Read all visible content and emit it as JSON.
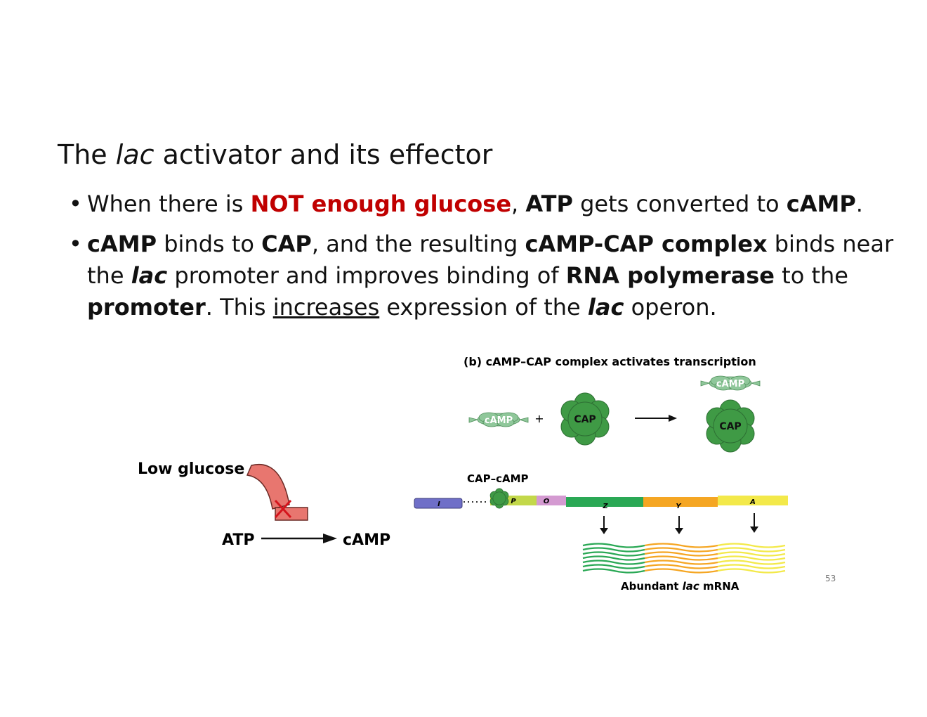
{
  "title": {
    "pre": "The ",
    "italic": "lac",
    "post": " activator and its effector"
  },
  "bullet1": {
    "a": "When there is ",
    "b": "NOT enough glucose",
    "c": ", ",
    "d": "ATP",
    "e": " gets converted to ",
    "f": "cAMP",
    "g": "."
  },
  "bullet2": {
    "a": "cAMP",
    "b": " binds to ",
    "c": "CAP",
    "d": ", and the resulting ",
    "e": "cAMP-CAP complex",
    "f": " binds near the ",
    "g": "lac",
    "h": " promoter and improves binding of ",
    "i": "RNA polymerase",
    "j": " to the ",
    "k": "promoter",
    "l": ". This ",
    "m": "increases",
    "n": " expression of the ",
    "o": "lac",
    "p": " operon."
  },
  "left_diagram": {
    "low_glucose": "Low glucose",
    "atp": "ATP",
    "camp": "cAMP"
  },
  "panel_b": {
    "title": "(b) cAMP–CAP complex activates transcription",
    "camp": "cAMP",
    "plus": "+",
    "cap": "CAP",
    "complex_camp": "cAMP",
    "complex_cap": "CAP"
  },
  "operon": {
    "cap_camp_label": "CAP–cAMP",
    "genes": {
      "I": "I",
      "P": "P",
      "O": "O",
      "Z": "Z",
      "Y": "Y",
      "A": "A"
    },
    "mrna_pre": "Abundant ",
    "mrna_italic": "lac",
    "mrna_post": " mRNA"
  },
  "page_number": "53",
  "colors": {
    "red": "#c00000",
    "cap_green": "#3f9a45",
    "z_green": "#2aa855",
    "y_orange": "#f5a623",
    "a_yellow": "#f3e94a",
    "inhibit": "#e8766f"
  }
}
